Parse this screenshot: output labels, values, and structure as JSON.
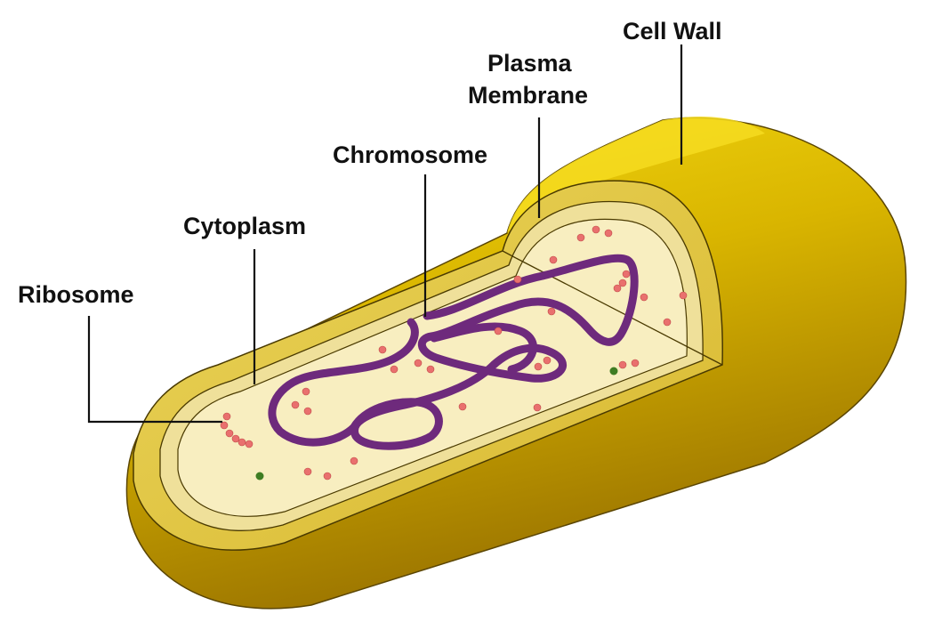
{
  "labels": {
    "cell_wall": "Cell Wall",
    "plasma_line1": "Plasma",
    "plasma_line2": "Membrane",
    "chromosome": "Chromosome",
    "cytoplasm": "Cytoplasm",
    "ribosome": "Ribosome"
  },
  "colors": {
    "wall_light": "#f3d70f",
    "wall_mid": "#d6b300",
    "wall_dark": "#9a7300",
    "membrane": "#e8d27a",
    "cytoplasm": "#f8eec0",
    "chromosome": "#6e2a7c",
    "ribosome": "#e9706e",
    "granule": "#3f7d22"
  }
}
